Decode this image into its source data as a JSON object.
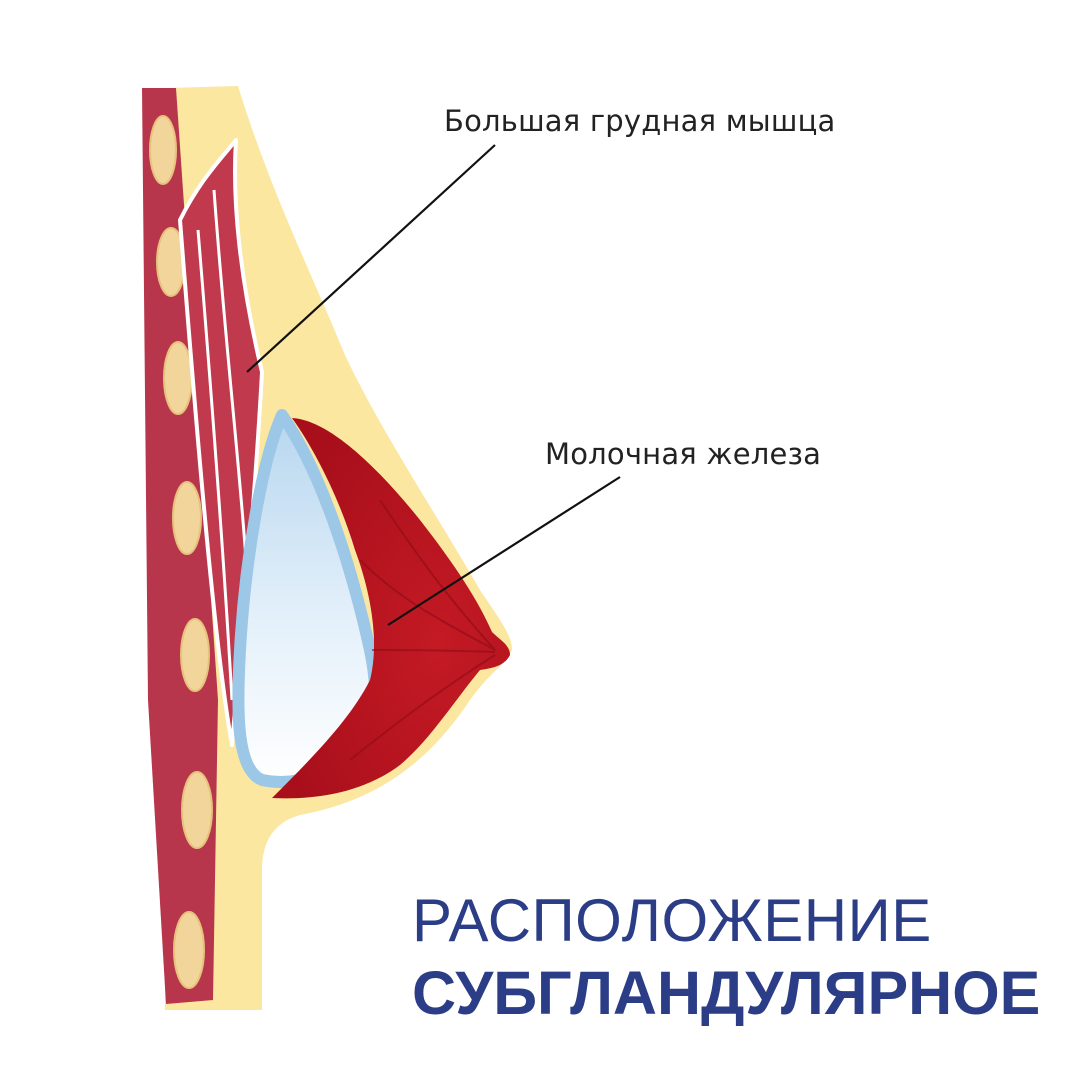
{
  "labels": {
    "pectoral_muscle": "Большая грудная мышца",
    "mammary_gland": "Молочная железа"
  },
  "caption": {
    "line1": "РАСПОЛОЖЕНИЕ",
    "line2": "СУБГЛАНДУЛЯРНОЕ"
  },
  "colors": {
    "skin_fat": "#fbe7a0",
    "rib_wall": "#b8364c",
    "rib": "#f1d59a",
    "muscle": "#c0394d",
    "gland": "#b3121e",
    "implant": "#d6e9f7",
    "implant_outline": "#9cc7e6",
    "caption": "#2b3d86"
  }
}
